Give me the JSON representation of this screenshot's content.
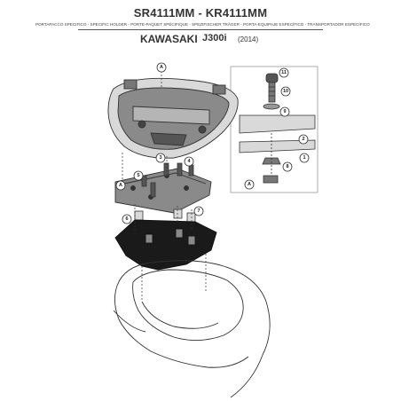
{
  "header": {
    "title": "SR4111MM - KR4111MM",
    "subtitle": "PORTAPACCO SPECIFICO  -  SPECIFIC HOLDER  -  PORTE-PAQUET SPÉCIFIQUE  -  SPEZIFISCHER TRÄGER  -  PORTA-EQUIPAJE ESPECÍFICO  -  TRANSPORTADOR ESPECÍFICO",
    "brand": "KAWASAKI",
    "model": "J300i",
    "year": "(2014)"
  },
  "callouts": {
    "a_top": "A",
    "a_plate": "A",
    "a_inset": "A",
    "c1": "1",
    "c2": "2",
    "c3": "3",
    "c4": "4",
    "c5": "5",
    "c6": "6",
    "c7": "7",
    "c8": "8",
    "c9": "9",
    "c10": "10",
    "c11": "11"
  },
  "colors": {
    "line": "#333333",
    "fill_dark": "#1a1a1a",
    "fill_mid": "#8a8a8a",
    "fill_light": "#d9d9d9",
    "frame": "#9a9a9a"
  }
}
